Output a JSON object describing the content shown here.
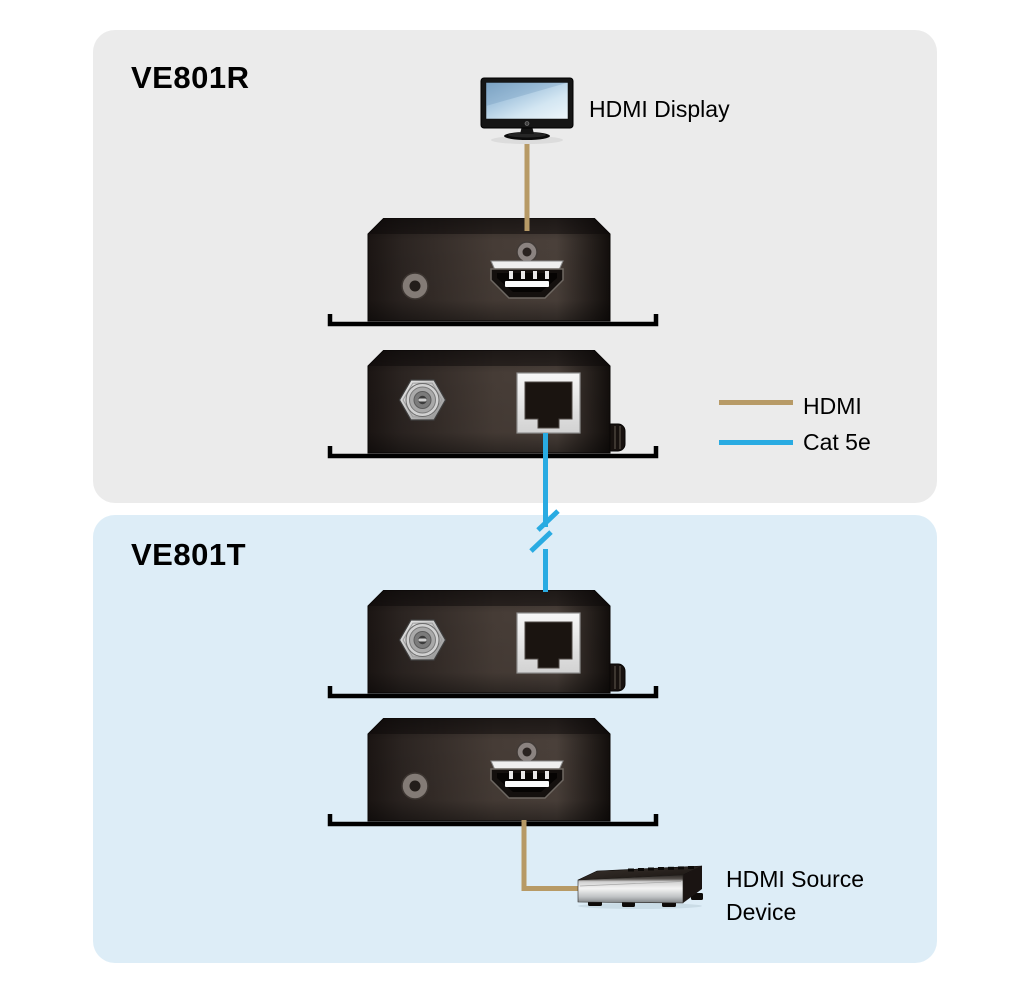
{
  "diagram": {
    "receiver_panel": {
      "title": "VE801R"
    },
    "transmitter_panel": {
      "title": "VE801T"
    },
    "labels": {
      "display": "HDMI Display",
      "source_line1": "HDMI Source",
      "source_line2": "Device"
    },
    "legend": {
      "hdmi": "HDMI",
      "cat5e": "Cat 5e"
    },
    "colors": {
      "hdmi_cable": "#b79a66",
      "cat5e_cable": "#29abe2",
      "receiver_bg": "#ebebeb",
      "transmitter_bg": "#ddedf7"
    }
  }
}
